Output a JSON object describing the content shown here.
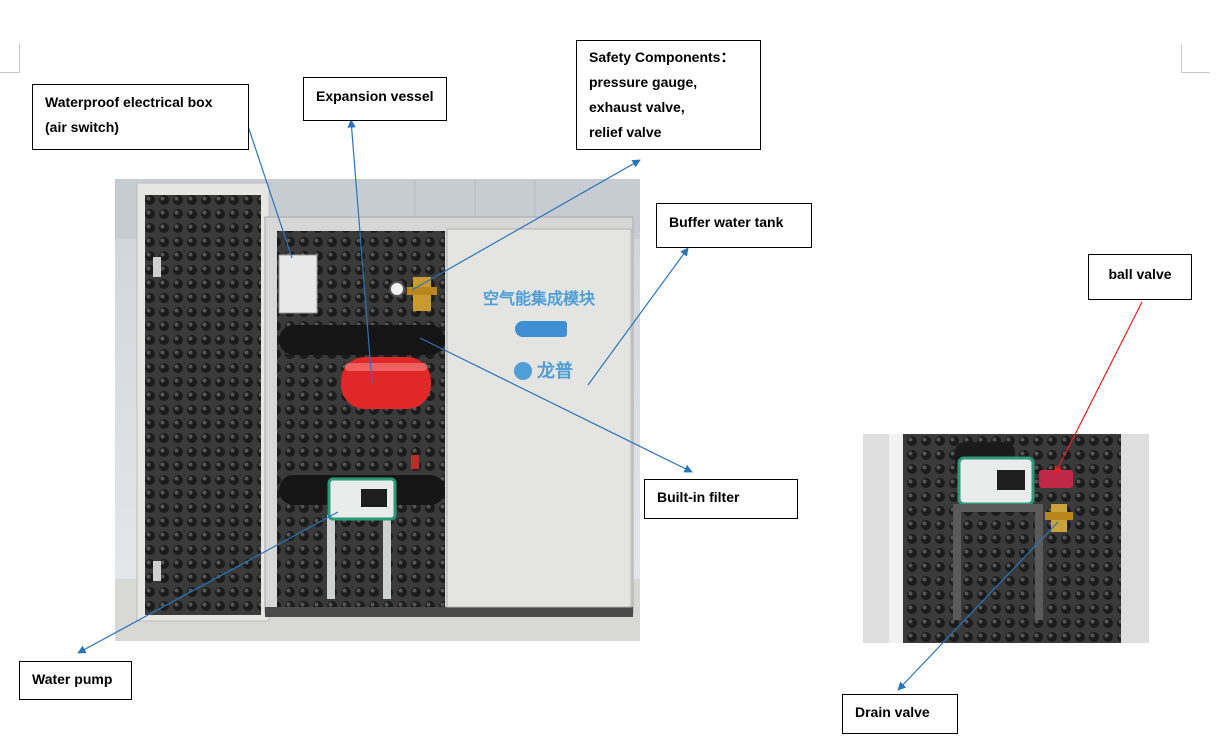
{
  "labels": {
    "electrical_box": [
      "Waterproof electrical box",
      "(air switch)"
    ],
    "expansion_vessel": "Expansion vessel",
    "safety": [
      "Safety Components：",
      "pressure gauge,",
      "exhaust valve,",
      "relief valve"
    ],
    "buffer_tank": "Buffer water tank",
    "ball_valve": "ball valve",
    "builtin_filter": "Built-in filter",
    "water_pump": "Water pump",
    "drain_valve": "Drain valve"
  },
  "unit_branding": {
    "chinese_title": "空气能集成模块",
    "brand_name": "龙普"
  },
  "colors": {
    "leader_line": "#2a74b8",
    "ball_valve_line": "#e02020",
    "branding_text": "#4f9fd6"
  }
}
